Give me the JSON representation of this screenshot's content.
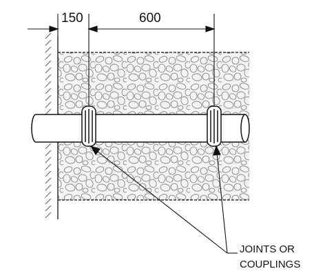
{
  "drawing": {
    "dimensions": {
      "left_offset": "150",
      "spacing": "600"
    },
    "note": {
      "line1": "JOINTS OR",
      "line2": "COUPLINGS"
    },
    "colors": {
      "line": "#111111",
      "gravel_fill": "#f2f2f2",
      "hatch": "#555555"
    }
  }
}
